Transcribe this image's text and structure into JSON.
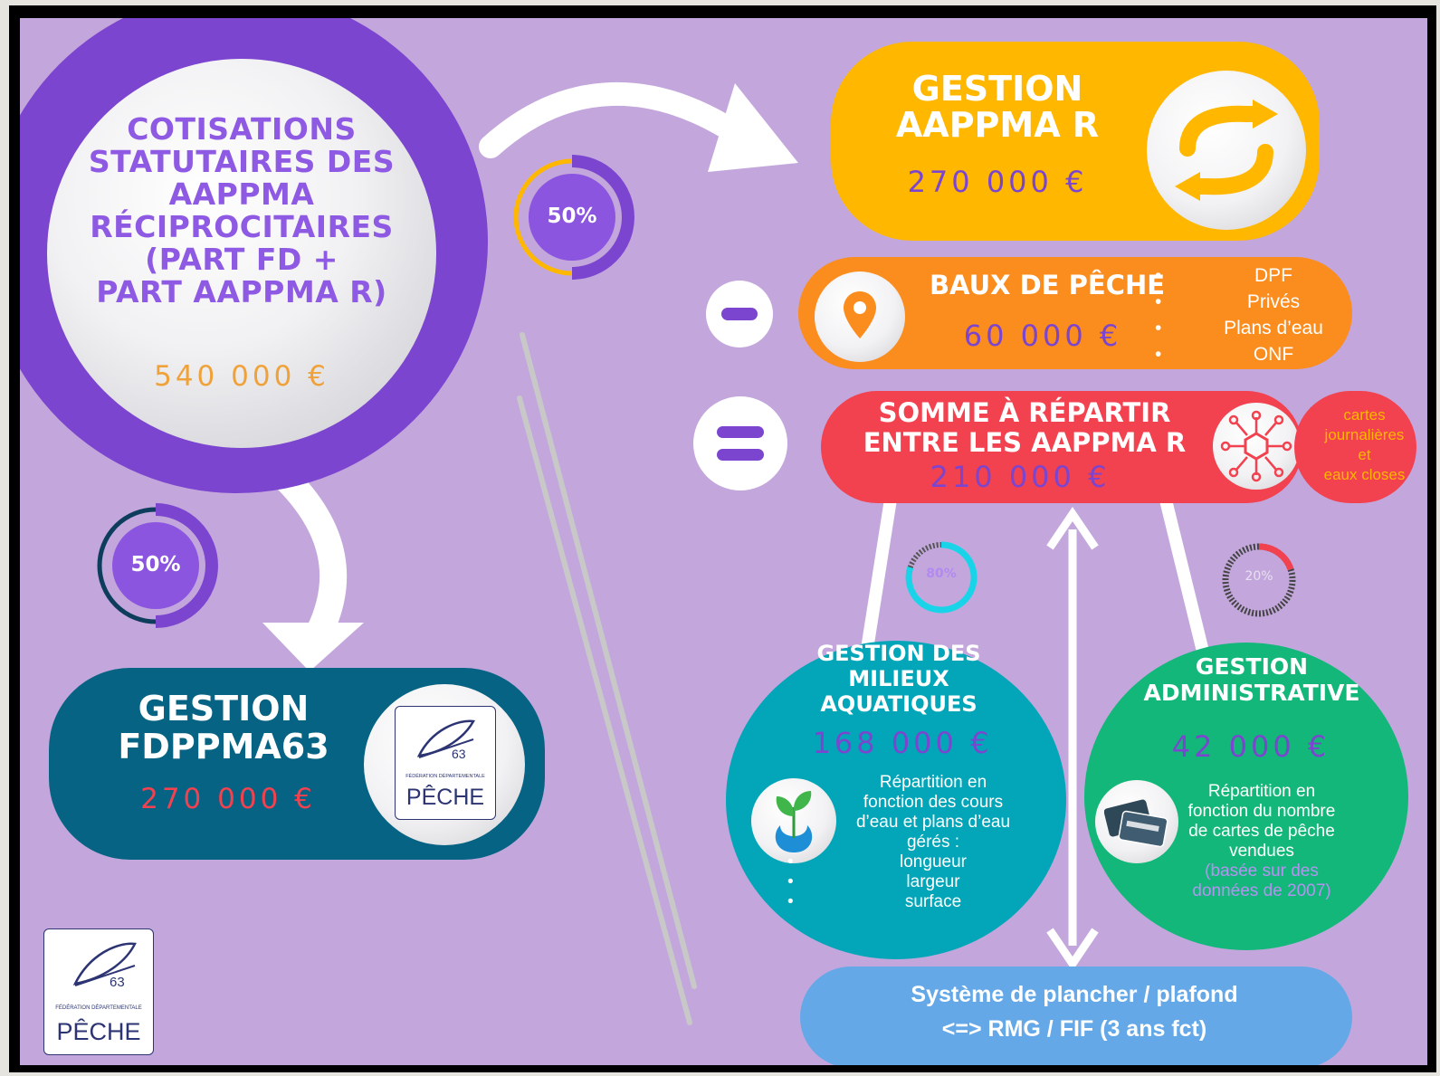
{
  "cotisations": {
    "title_lines": [
      "COTISATIONS",
      "STATUTAIRES DES",
      "AAPPMA",
      "RÉCIPROCITAIRES",
      "(PART FD +",
      "PART AAPPMA R)"
    ],
    "value": "540 000 €"
  },
  "split_top": {
    "pct": "50%"
  },
  "split_bottom": {
    "pct": "50%"
  },
  "gestion_aappma": {
    "title_lines": [
      "GESTION",
      "AAPPMA R"
    ],
    "value": "270 000 €"
  },
  "baux": {
    "title": "BAUX DE PÊCHE",
    "value": "60 000 €",
    "items": [
      "DPF",
      "Privés",
      "Plans d’eau",
      "ONF"
    ]
  },
  "somme": {
    "title_lines": [
      "SOMME À RÉPARTIR",
      "ENTRE LES AAPPMA R"
    ],
    "value": "210 000 €",
    "side_lines": [
      "cartes",
      "journalières",
      "et",
      "eaux closes"
    ]
  },
  "gestion_fd": {
    "title_lines": [
      "GESTION",
      "FDPPMA63"
    ],
    "value": "270 000 €"
  },
  "logo": {
    "number": "63",
    "org": "FÉDÉRATION DÉPARTEMENTALE",
    "name": "PÊCHE"
  },
  "milieux": {
    "pct": "80%",
    "title_lines": [
      "GESTION DES",
      "MILIEUX",
      "AQUATIQUES"
    ],
    "value": "168 000 €",
    "desc_lines": [
      "Répartition en",
      "fonction des cours",
      "d’eau et plans d’eau",
      "gérés :"
    ],
    "items": [
      "longueur",
      "largeur",
      "surface"
    ]
  },
  "admin": {
    "pct": "20%",
    "title_lines": [
      "GESTION",
      "ADMINISTRATIVE"
    ],
    "value": "42 000 €",
    "desc_lines": [
      "Répartition en",
      "fonction du nombre",
      "de cartes de pêche",
      "vendues"
    ],
    "note_lines": [
      "(basée sur des",
      "données de 2007)"
    ]
  },
  "systeme": {
    "line1": "Système de plancher / plafond",
    "line2": "<=>  RMG / FIF (3 ans fct)"
  },
  "colors": {
    "purple": "#7c45cf",
    "yellow": "#ffb700",
    "orange": "#fb8c1e",
    "red": "#f2414f",
    "teal_dark": "#066383",
    "teal": "#03a6b8",
    "green": "#14b77a",
    "blue": "#64a8e8"
  }
}
